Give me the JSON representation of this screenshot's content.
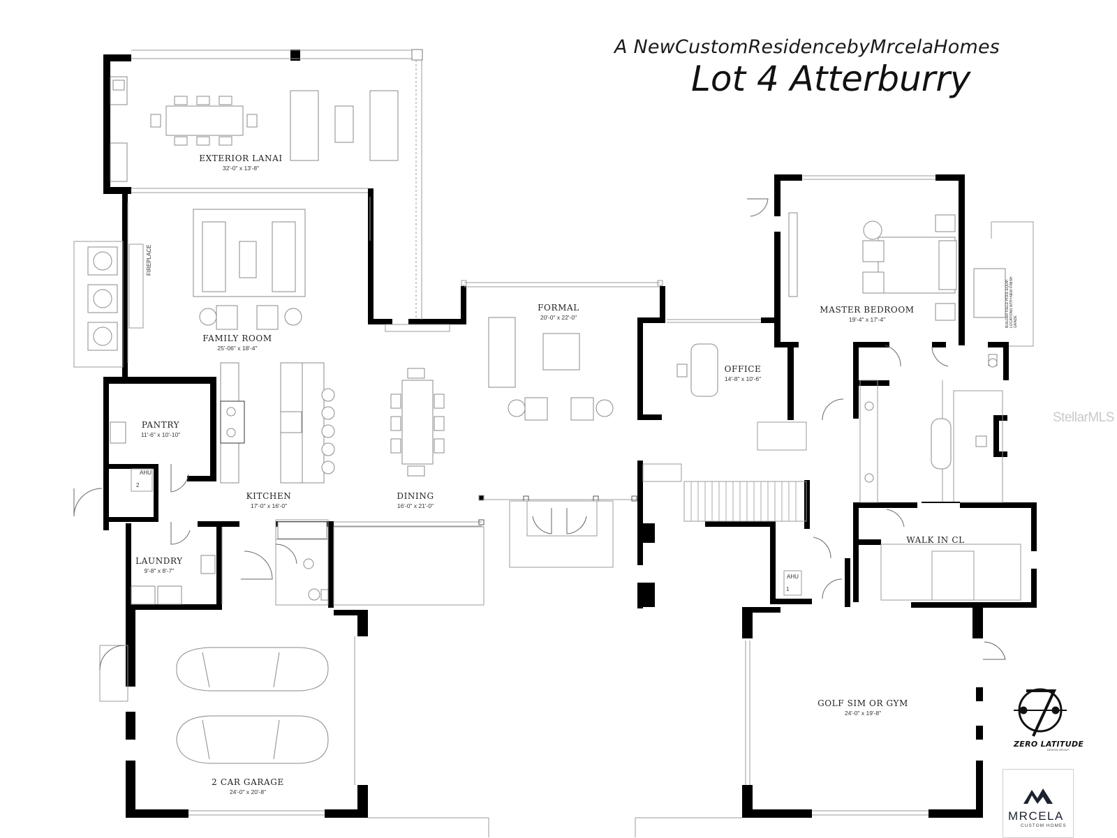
{
  "header": {
    "subtitle": "A NewCustomResidencebyMrcelaHomes",
    "title": "Lot 4 Atterburry"
  },
  "rooms": {
    "exterior_lanai": {
      "name": "EXTERIOR LANAI",
      "dims": "32'-0\" x 13'-8\""
    },
    "family_room": {
      "name": "FAMILY ROOM",
      "dims": "25'-06\" x 18'-4\""
    },
    "formal": {
      "name": "FORMAL",
      "dims": "20'-0\" x 22'-0\""
    },
    "master_bedroom": {
      "name": "MASTER BEDROOM",
      "dims": "19'-4\" x 17'-4\""
    },
    "office": {
      "name": "OFFICE",
      "dims": "14'-8\" x 10'-6\""
    },
    "pantry": {
      "name": "PANTRY",
      "dims": "11'-6\" x 10'-10\""
    },
    "kitchen": {
      "name": "KITCHEN",
      "dims": "17'-0\" x 16'-0\""
    },
    "dining": {
      "name": "DINING",
      "dims": "16'-0\" x 21'-0\""
    },
    "laundry": {
      "name": "LAUNDRY",
      "dims": "9'-8\" x 8'-7\""
    },
    "walk_in_closet": {
      "name": "WALK IN CL"
    },
    "golf_sim": {
      "name": "GOLF SIM OR GYM",
      "dims": "24'-0\" x 19'-8\""
    },
    "garage": {
      "name": "2 CAR GARAGE",
      "dims": "24'-0\" x 20'-8\""
    }
  },
  "labels": {
    "fireplace": "FIREPLACE",
    "ahu_label": "AHU",
    "ahu_2": "2",
    "ahu_1": "1",
    "pool_equip": "BUILDER FIELD POOL EQUIP. LOCATIONS WITH NEW FINISH GRADE"
  },
  "watermark": "StellarMLS",
  "branding": {
    "zero_latitude": "ZERO LATITUDE",
    "zero_latitude_sub": "DESIGN GROUP",
    "mrcela": "MRCELA",
    "mrcela_sub": "CUSTOM HOMES"
  },
  "colors": {
    "wall": "#000000",
    "thin_line": "#9a9a9a",
    "background": "#ffffff"
  }
}
